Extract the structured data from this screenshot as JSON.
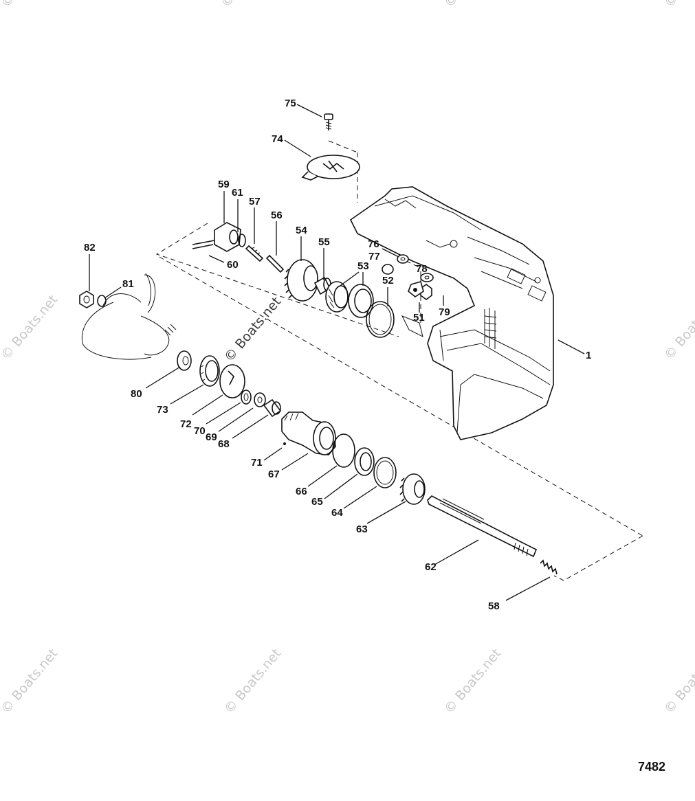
{
  "figure_number": "7482",
  "watermark": {
    "text": "© Boats.net",
    "color": "#c9c9c9",
    "center_color": "#3a3a3a"
  },
  "labels": {
    "p1": "1",
    "p51": "51",
    "p52": "52",
    "p53": "53",
    "p54": "54",
    "p55": "55",
    "p56": "56",
    "p57": "57",
    "p58": "58",
    "p59": "59",
    "p60": "60",
    "p61": "61",
    "p62": "62",
    "p63": "63",
    "p64": "64",
    "p65": "65",
    "p66": "66",
    "p67": "67",
    "p68": "68",
    "p69": "69",
    "p70": "70",
    "p71": "71",
    "p72": "72",
    "p73": "73",
    "p74": "74",
    "p75": "75",
    "p76": "76",
    "p77": "77",
    "p78": "78",
    "p79": "79",
    "p80": "80",
    "p81": "81",
    "p82": "82"
  }
}
